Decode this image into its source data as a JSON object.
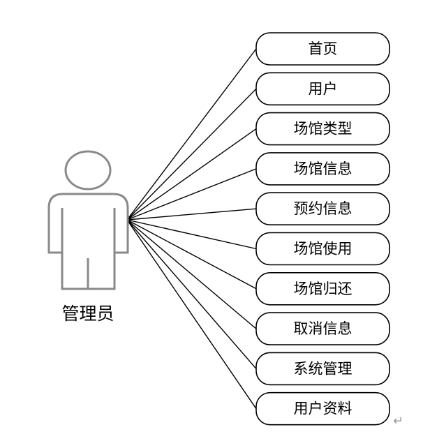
{
  "actor": {
    "label": "管理员"
  },
  "use_cases": [
    {
      "label": "首页"
    },
    {
      "label": "用户"
    },
    {
      "label": "场馆类型"
    },
    {
      "label": "场馆信息"
    },
    {
      "label": "预约信息"
    },
    {
      "label": "场馆使用"
    },
    {
      "label": "场馆归还"
    },
    {
      "label": "取消信息"
    },
    {
      "label": "系统管理"
    },
    {
      "label": "用户资料"
    }
  ],
  "paragraph_mark": "↵"
}
